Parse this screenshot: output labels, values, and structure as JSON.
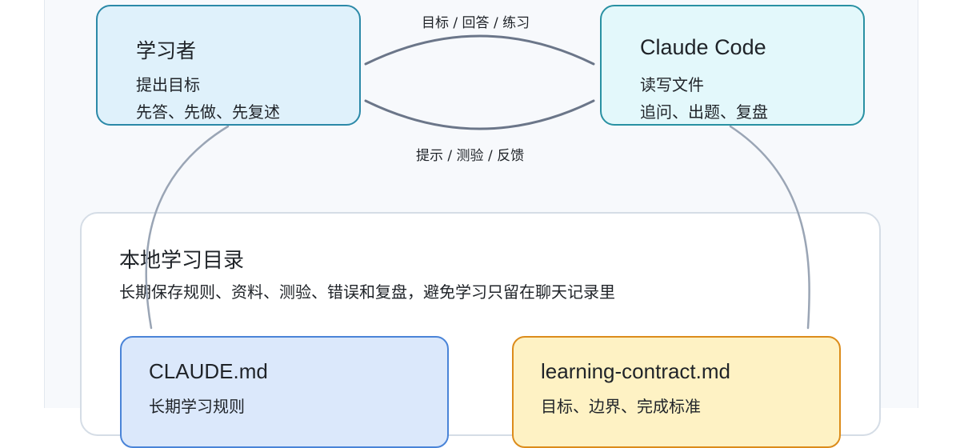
{
  "colors": {
    "learner_fill": "#dff1fb",
    "claude_fill": "#e3f8fb",
    "claudemd_fill": "#dbe8fb",
    "contract_fill": "#fef2c4",
    "edge_dark": "#6b7689",
    "edge_light": "#9aa5b5"
  },
  "learner": {
    "title": "学习者",
    "lines": [
      "提出目标",
      "先答、先做、先复述"
    ]
  },
  "claude_code": {
    "title": "Claude Code",
    "lines": [
      "读写文件",
      "追问、出题、复盘"
    ]
  },
  "edges": {
    "learner_to_claude": "目标 / 回答 / 练习",
    "claude_to_learner": "提示 / 测验 / 反馈"
  },
  "directory": {
    "title": "本地学习目录",
    "subtitle": "长期保存规则、资料、测验、错误和复盘，避免学习只留在聊天记录里"
  },
  "files": [
    {
      "title": "CLAUDE.md",
      "line": "长期学习规则"
    },
    {
      "title": "learning-contract.md",
      "line": "目标、边界、完成标准"
    }
  ]
}
